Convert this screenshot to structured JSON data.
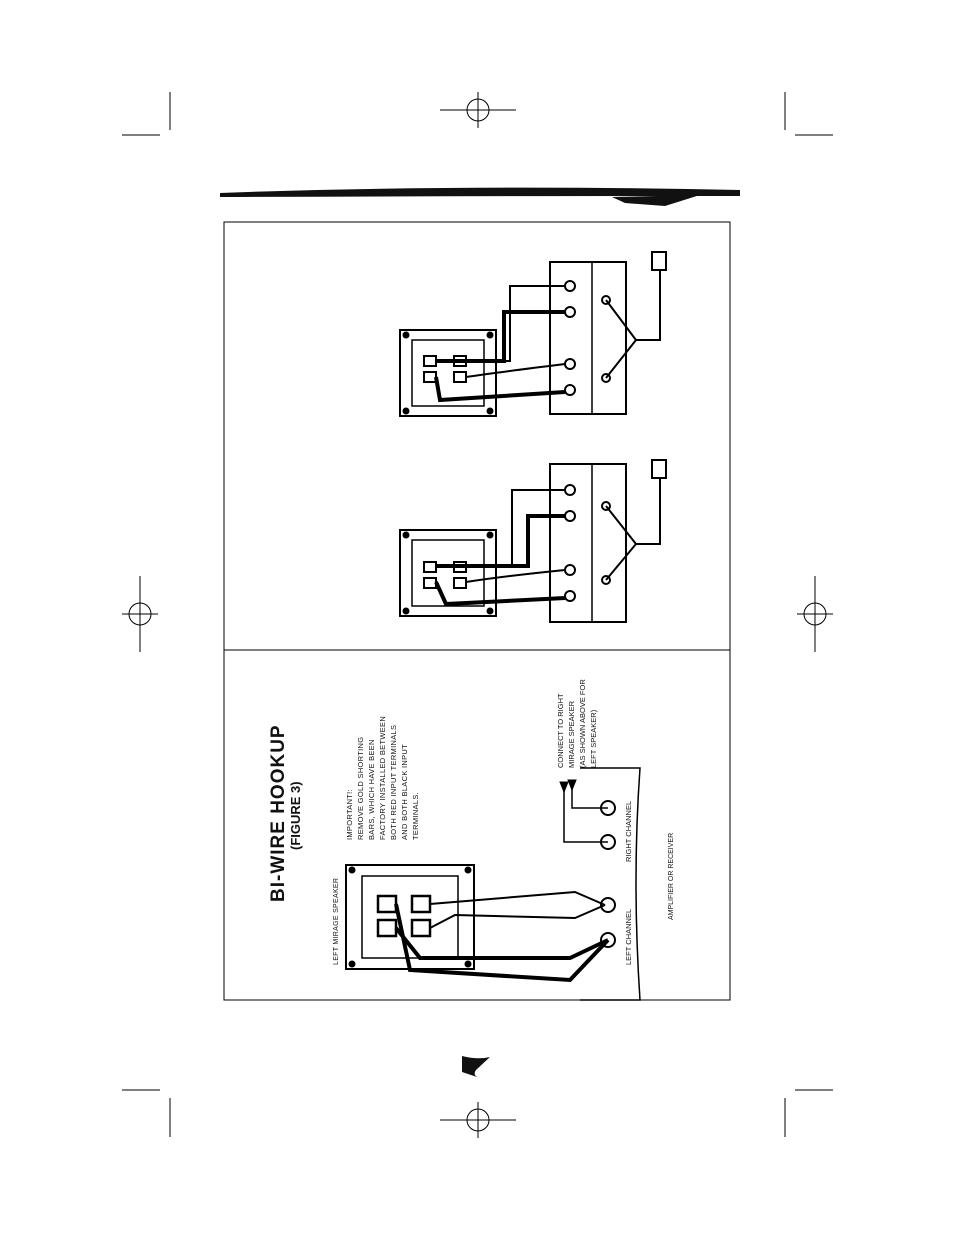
{
  "diagram": {
    "title": "BI-WIRE HOOKUP",
    "figure_label": "(FIGURE 3)",
    "note_lines": [
      "IMPORTANT!:",
      "REMOVE GOLD SHORTING",
      "BARS, WHICH HAVE BEEN",
      "FACTORY INSTALLED BETWEEN",
      "BOTH RED INPUT TERMINALS",
      "AND BOTH BLACK INPUT",
      "TERMINALS."
    ],
    "speaker_label": "LEFT MIRAGE SPEAKER",
    "connect_lines": [
      "CONNECT TO RIGHT",
      "MIRAGE SPEAKER",
      "(AS SHOWN ABOVE FOR",
      "LEFT SPEAKER)"
    ],
    "left_channel": "LEFT CHANNEL",
    "right_channel": "RIGHT CHANNEL",
    "amplifier_label": "AMPLIFIER OR RECEIVER"
  }
}
